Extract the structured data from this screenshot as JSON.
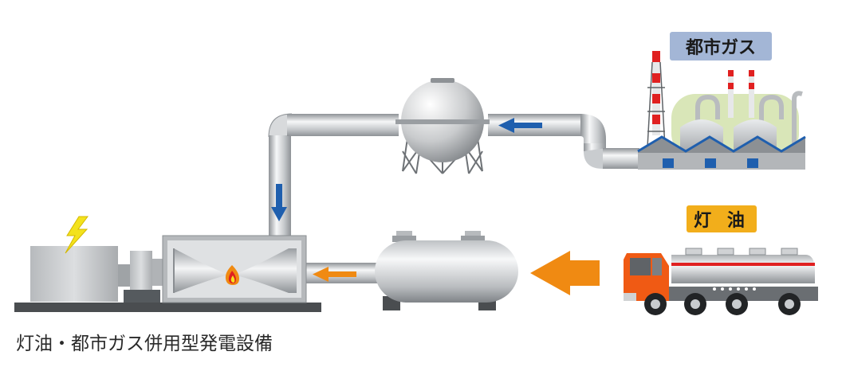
{
  "labels": {
    "city_gas": "都市ガス",
    "kerosene": "灯 油",
    "caption": "灯油・都市ガス併用型発電設備"
  },
  "colors": {
    "gas_label_bg": "#a3b6d6",
    "oil_label_bg": "#f2ae1b",
    "gas_arrow": "#1f5fae",
    "oil_arrow": "#f08a12",
    "factory_green": "#d9e6b8",
    "stack_red": "#e02020",
    "truck_orange": "#f05a14",
    "lightning": "#f3e21d"
  },
  "icons": {
    "flame": "flame-icon",
    "lightning": "lightning-icon"
  }
}
